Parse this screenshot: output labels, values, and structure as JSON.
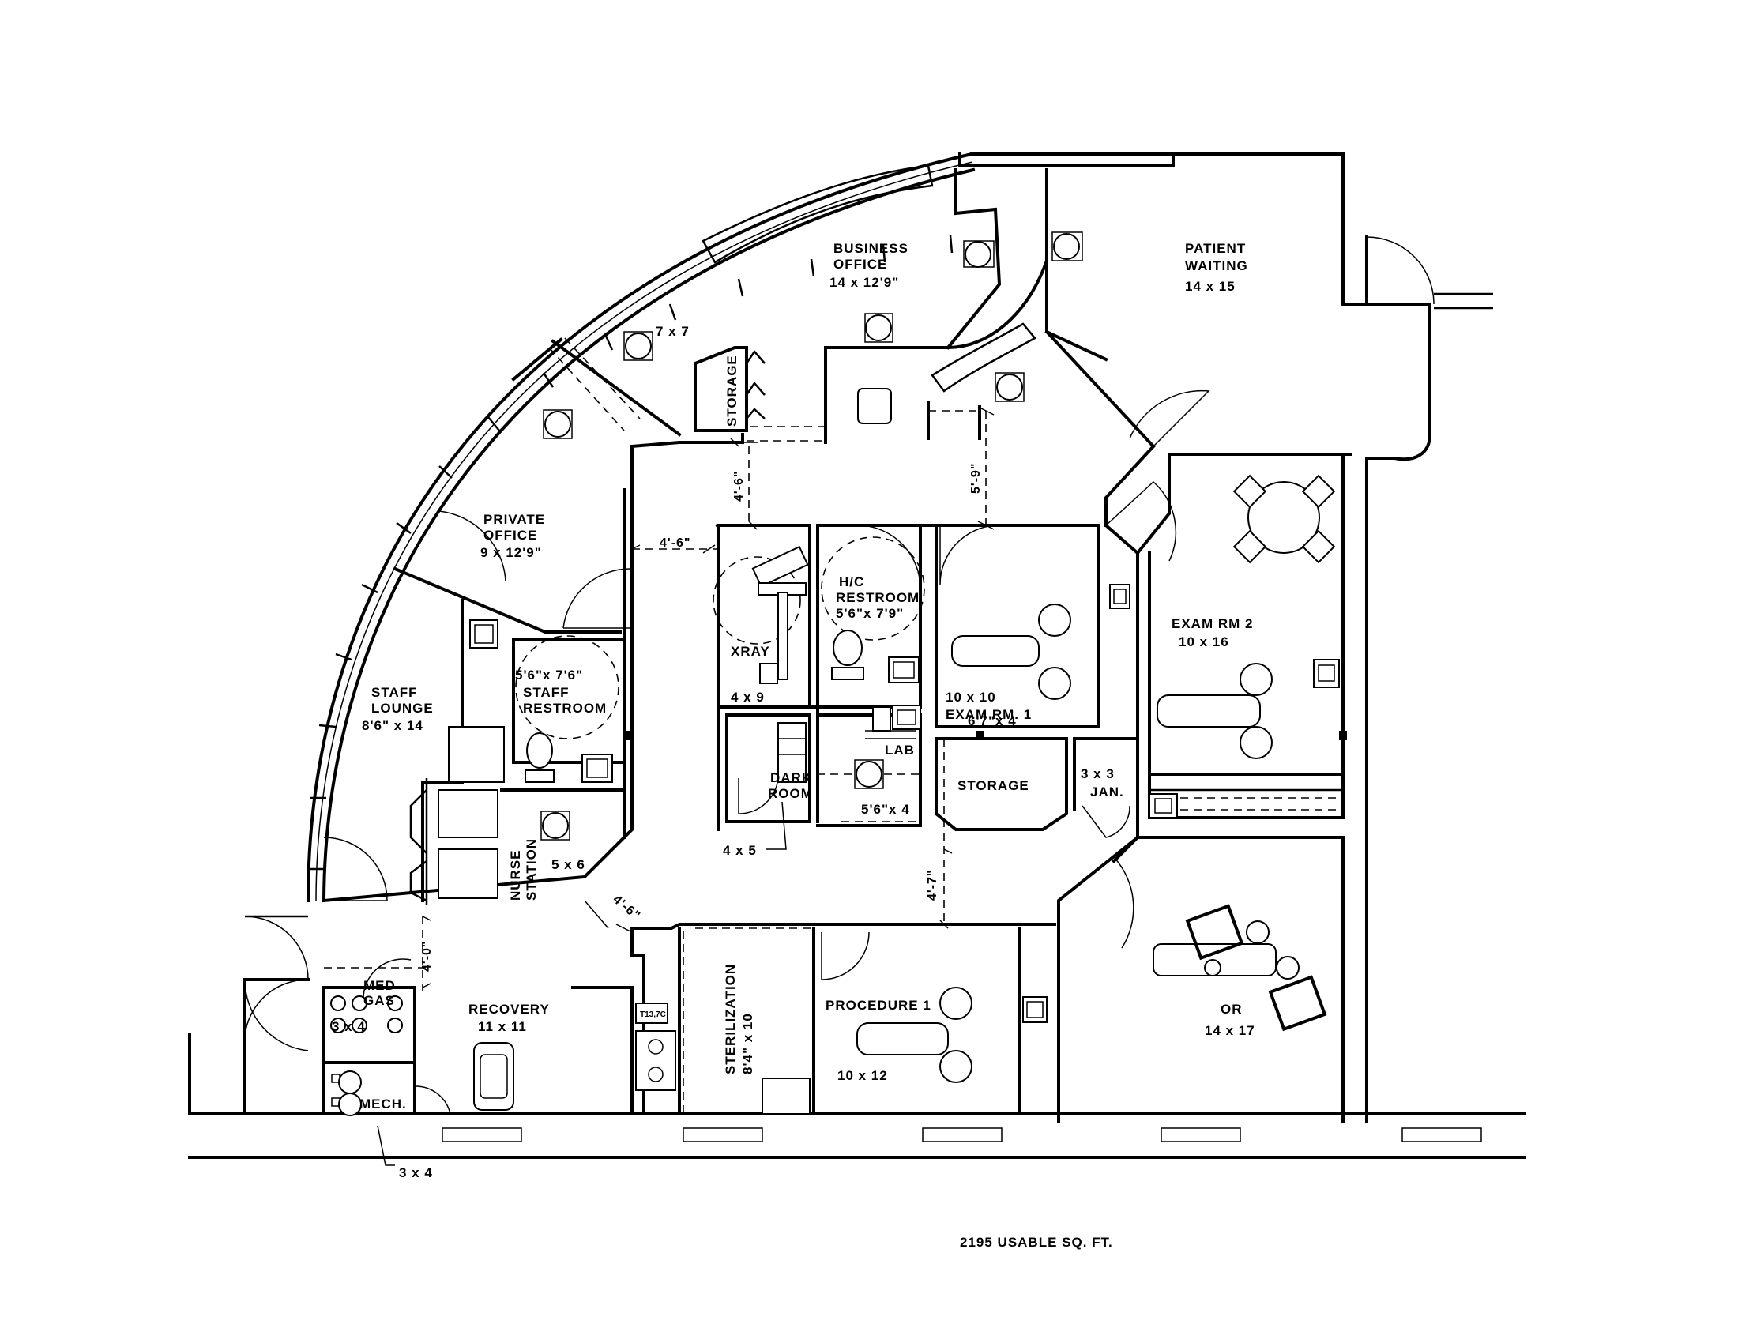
{
  "plan": {
    "total_area": "2195 USABLE SQ. FT.",
    "rooms": {
      "business_office": {
        "line1": "BUSINESS",
        "line2": "OFFICE",
        "size": "14 x 12'9\""
      },
      "patient_waiting": {
        "line1": "PATIENT",
        "line2": "WAITING",
        "size": "14 x 15"
      },
      "small_office": {
        "size": "7 x 7"
      },
      "storage_top": {
        "name": "STORAGE"
      },
      "private_office": {
        "line1": "PRIVATE",
        "line2": "OFFICE",
        "size": "9 x 12'9\""
      },
      "staff_lounge": {
        "line1": "STAFF",
        "line2": "LOUNGE",
        "size": "8'6\" x 14"
      },
      "staff_restroom": {
        "size": "5'6\"x 7'6\"",
        "line1": "STAFF",
        "line2": "RESTROOM"
      },
      "xray": {
        "name": "XRAY",
        "size": "4 x 9"
      },
      "hc_restroom": {
        "line1": "H/C",
        "line2": "RESTROOM",
        "size": "5'6\"x 7'9\""
      },
      "exam_rm_1": {
        "size": "10 x 10",
        "name": "EXAM RM. 1"
      },
      "exam_rm_2": {
        "name": "EXAM RM 2",
        "size": "10 x 16"
      },
      "dark_room": {
        "line1": "DARK",
        "line2": "ROOM",
        "size": "4 x 5"
      },
      "lab": {
        "name": "LAB",
        "size": "5'6\"x 4"
      },
      "storage_mid": {
        "size": "6'7\"x 4",
        "name": "STORAGE"
      },
      "janitor": {
        "size": "3 x 3",
        "name": "JAN."
      },
      "nurse_station": {
        "line1": "NURSE",
        "line2": "STATION",
        "size": "5 x 6"
      },
      "med_gas": {
        "line1": "MED",
        "line2": "GAS",
        "size": "3 x 4"
      },
      "mech": {
        "name": "MECH.",
        "size": "3 x 4"
      },
      "recovery": {
        "name": "RECOVERY",
        "size": "11 x 11"
      },
      "sterilization": {
        "name": "STERILIZATION",
        "size": "8'4\" x 10"
      },
      "procedure_1": {
        "name": "PROCEDURE 1",
        "size": "10 x 12"
      },
      "or": {
        "name": "OR",
        "size": "14 x 17"
      }
    },
    "corridor_dims": {
      "d1": "4'-6\"",
      "d2": "5'-9\"",
      "d3": "4'-6\"",
      "d4": "4'-7\"",
      "d5": "4'-6\"",
      "d6": "4'-0\""
    },
    "equipment_tag": "T13,7C"
  }
}
